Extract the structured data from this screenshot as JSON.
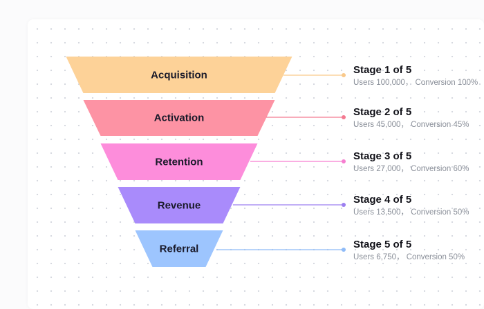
{
  "stages": [
    {
      "name": "Acquisition",
      "title": "Stage 1 of 5",
      "detail": "Users 100,000， Conversion 100%",
      "color": "#fdd298",
      "line_color": "#f9c98b"
    },
    {
      "name": "Activation",
      "title": "Stage 2 of 5",
      "detail": "Users 45,000， Conversion 45%",
      "color": "#fd93a4",
      "line_color": "#f47a91"
    },
    {
      "name": "Retention",
      "title": "Stage 3 of 5",
      "detail": "Users 27,000， Conversion 60%",
      "color": "#fd8ddb",
      "line_color": "#f67ed0"
    },
    {
      "name": "Revenue",
      "title": "Stage 4 of 5",
      "detail": "Users 13,500， Conversion 50%",
      "color": "#a98bfb",
      "line_color": "#9c7ff0"
    },
    {
      "name": "Referral",
      "title": "Stage 5 of 5",
      "detail": "Users 6,750， Conversion 50%",
      "color": "#9dc5fe",
      "line_color": "#8ebbf8"
    }
  ]
}
